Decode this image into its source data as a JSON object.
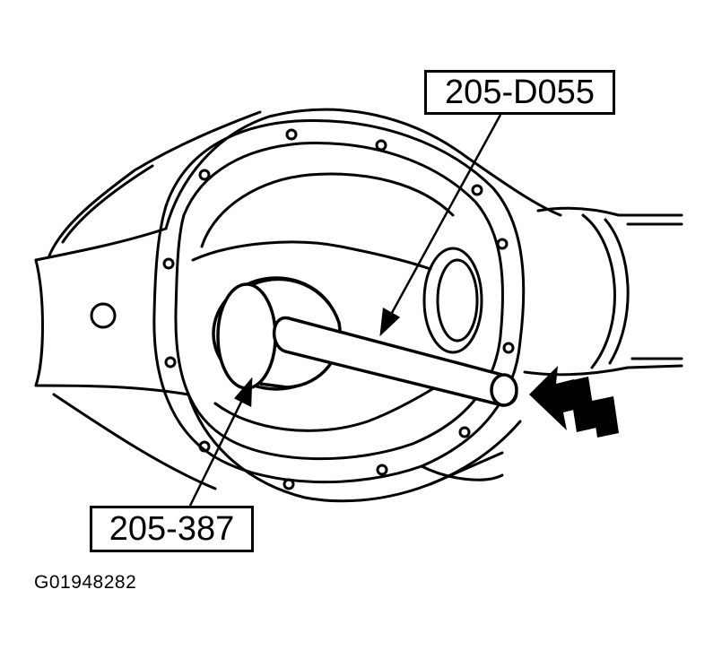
{
  "callouts": {
    "tool_top": "205-D055",
    "tool_bottom": "205-387"
  },
  "figure_id": "G01948282",
  "colors": {
    "ink": "#000000",
    "paper": "#ffffff"
  }
}
